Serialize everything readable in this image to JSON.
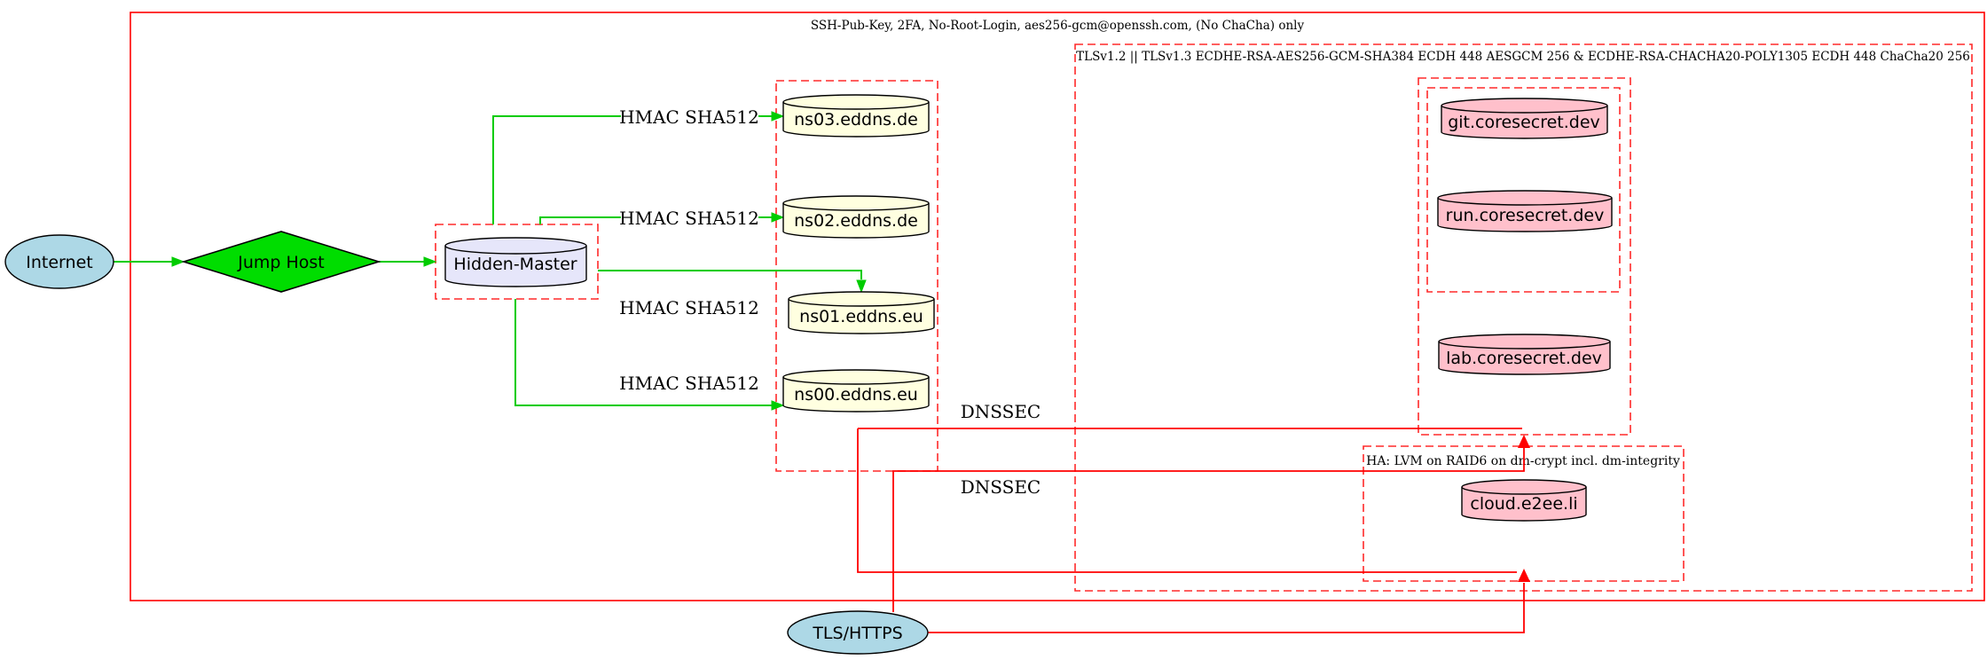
{
  "diagram_title": "Hidden-Master DNS and hardened hosting infrastructure diagram",
  "clusters": {
    "ssh": {
      "label": "SSH-Pub-Key, 2FA, No-Root-Login, aes256-gcm@openssh.com, (No ChaCha) only"
    },
    "tls": {
      "label": "TLSv1.2 || TLSv1.3 ECDHE-RSA-AES256-GCM-SHA384 ECDH 448 AESGCM 256 & ECDHE-RSA-CHACHA20-POLY1305 ECDH 448 ChaCha20 256"
    },
    "ha": {
      "label": "HA: LVM on RAID6 on dm-crypt incl. dm-integrity"
    }
  },
  "nodes": {
    "internet": {
      "label": "Internet",
      "shape": "ellipse",
      "fill": "#add8e6"
    },
    "jump_host": {
      "label": "Jump Host",
      "shape": "diamond",
      "fill": "#00dd00"
    },
    "hidden_master": {
      "label": "Hidden-Master",
      "shape": "cylinder",
      "fill": "#e6e6fa"
    },
    "ns03": {
      "label": "ns03.eddns.de",
      "shape": "cylinder",
      "fill": "#ffffe0"
    },
    "ns02": {
      "label": "ns02.eddns.de",
      "shape": "cylinder",
      "fill": "#ffffe0"
    },
    "ns01": {
      "label": "ns01.eddns.eu",
      "shape": "cylinder",
      "fill": "#ffffe0"
    },
    "ns00": {
      "label": "ns00.eddns.eu",
      "shape": "cylinder",
      "fill": "#ffffe0"
    },
    "git": {
      "label": "git.coresecret.dev",
      "shape": "cylinder",
      "fill": "#ffc0cb"
    },
    "run": {
      "label": "run.coresecret.dev",
      "shape": "cylinder",
      "fill": "#ffc0cb"
    },
    "lab": {
      "label": "lab.coresecret.dev",
      "shape": "cylinder",
      "fill": "#ffc0cb"
    },
    "cloud": {
      "label": "cloud.e2ee.li",
      "shape": "cylinder",
      "fill": "#ffc0cb"
    },
    "tls_https": {
      "label": "TLS/HTTPS",
      "shape": "ellipse",
      "fill": "#add8e6"
    }
  },
  "edge_labels": {
    "hmac1": "HMAC SHA512",
    "hmac2": "HMAC SHA512",
    "hmac3": "HMAC SHA512",
    "hmac4": "HMAC SHA512",
    "dnssec1": "DNSSEC",
    "dnssec2": "DNSSEC"
  },
  "colors": {
    "green_edge": "#00cc00",
    "red_edge": "#ff0000",
    "red_dashed": "#ff2a2a",
    "node_stroke": "#000000"
  }
}
